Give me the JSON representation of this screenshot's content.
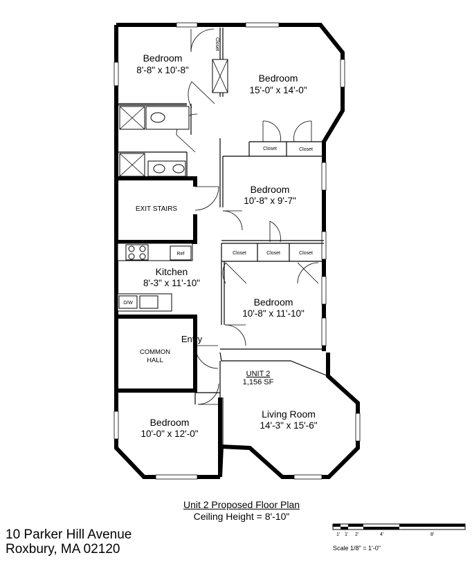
{
  "rooms": {
    "bedroom_nw": {
      "name": "Bedroom",
      "dims": "8'-8\" x 10'-8\""
    },
    "bedroom_ne": {
      "name": "Bedroom",
      "dims": "15'-0\" x 14'-0\""
    },
    "bedroom_mid": {
      "name": "Bedroom",
      "dims": "10'-8\" x 9'-7\""
    },
    "exit_stairs": {
      "name": "EXIT STAIRS"
    },
    "kitchen": {
      "name": "Kitchen",
      "dims": "8'-3\" x 11'-10\""
    },
    "bedroom_se": {
      "name": "Bedroom",
      "dims": "10'-8\" x 11'-10\""
    },
    "entry": {
      "name": "Entry"
    },
    "common_hall": {
      "line1": "COMMON",
      "line2": "HALL"
    },
    "unit": {
      "name": "UNIT 2",
      "area": "1,156 SF"
    },
    "living_room": {
      "name": "Living Room",
      "dims": "14'-3\" x 15'-6\""
    },
    "bedroom_sw": {
      "name": "Bedroom",
      "dims": "10'-0\" x 12'-0\""
    }
  },
  "closets": {
    "top": "Closet",
    "ne_left": "Closet",
    "ne_right": "Closet",
    "mid_left": "Closet",
    "mid_center": "Closet",
    "mid_right": "Closet"
  },
  "appliances": {
    "ref": "Ref",
    "dw": "D/W"
  },
  "caption": {
    "title": "Unit 2 Proposed Floor Plan",
    "ceiling": "Ceiling Height = 8'-10\""
  },
  "address": {
    "line1": "10 Parker Hill Avenue",
    "line2": "Roxbury, MA 02120"
  },
  "scale_bar": {
    "labels": [
      "1'",
      "1'",
      "2'",
      "4'",
      "8'"
    ],
    "text": "Scale  1/8\" = 1'-0\""
  }
}
